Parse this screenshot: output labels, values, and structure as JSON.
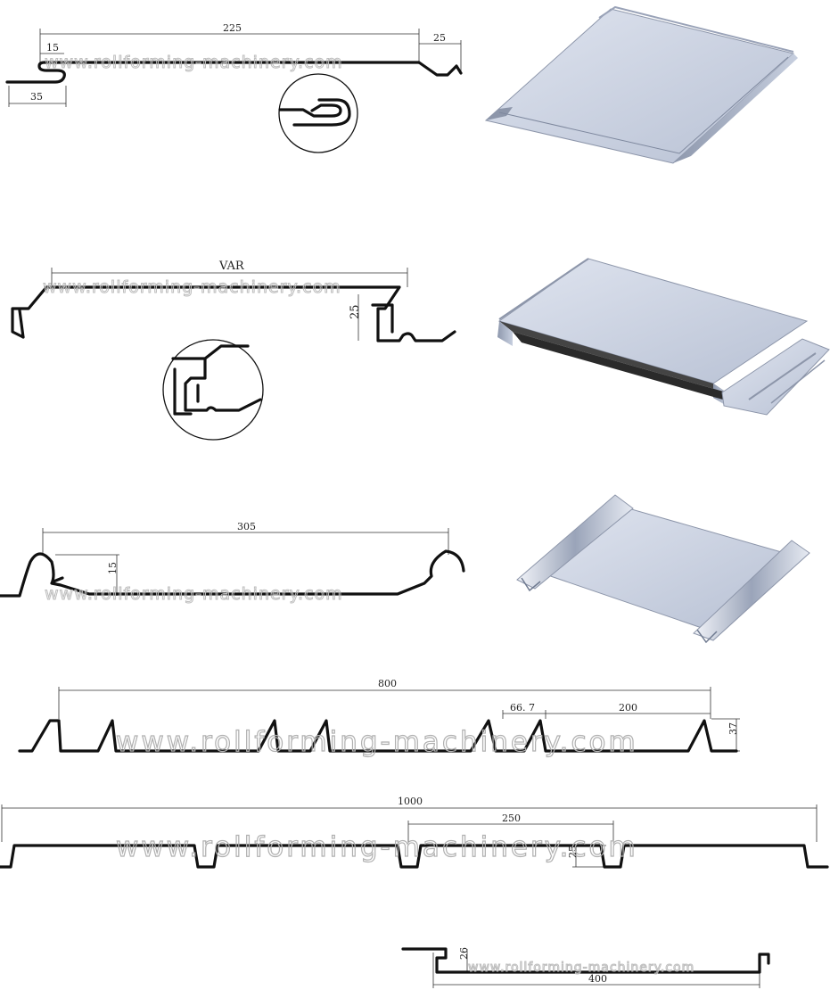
{
  "watermark": "www.rollforming-machinery.com",
  "profiles": [
    {
      "id": "profile-1",
      "dimensions": {
        "width": "225",
        "lock": "15",
        "overlap": "35",
        "edge": "25"
      }
    },
    {
      "id": "profile-2",
      "dimensions": {
        "width": "VAR",
        "height": "25"
      }
    },
    {
      "id": "profile-3",
      "dimensions": {
        "width": "305",
        "height": "15"
      }
    },
    {
      "id": "profile-4",
      "dimensions": {
        "width": "800",
        "pitch": "200",
        "top": "66. 7",
        "height": "37"
      }
    },
    {
      "id": "profile-5",
      "dimensions": {
        "width": "1000",
        "pitch": "250",
        "height": "25"
      }
    },
    {
      "id": "profile-6",
      "dimensions": {
        "width": "400",
        "height": "26"
      }
    }
  ],
  "colors": {
    "profile": "#111111",
    "panel_light": "#cfd6e6",
    "panel_mid": "#a9b3c8",
    "panel_dark": "#6f7a90",
    "watermark": "#b0b0b0"
  }
}
